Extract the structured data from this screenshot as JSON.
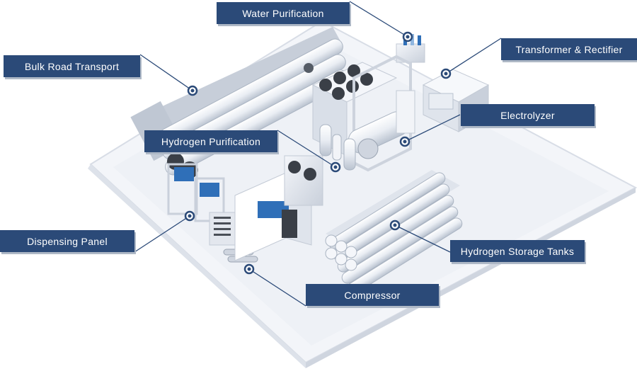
{
  "colors": {
    "label_bg": "#2b4a78",
    "label_text": "#ffffff",
    "platform": "#eef1f6",
    "equipment": "#dfe4ec",
    "accent_blue": "#2f6fb8"
  },
  "labels": {
    "water_purification": "Water Purification",
    "bulk_road_transport": "Bulk Road Transport",
    "transformer_rectifier": "Transformer & Rectifier",
    "electrolyzer": "Electrolyzer",
    "hydrogen_purification": "Hydrogen Purification",
    "dispensing_panel": "Dispensing Panel",
    "hydrogen_storage_tanks": "Hydrogen Storage Tanks",
    "compressor": "Compressor"
  }
}
